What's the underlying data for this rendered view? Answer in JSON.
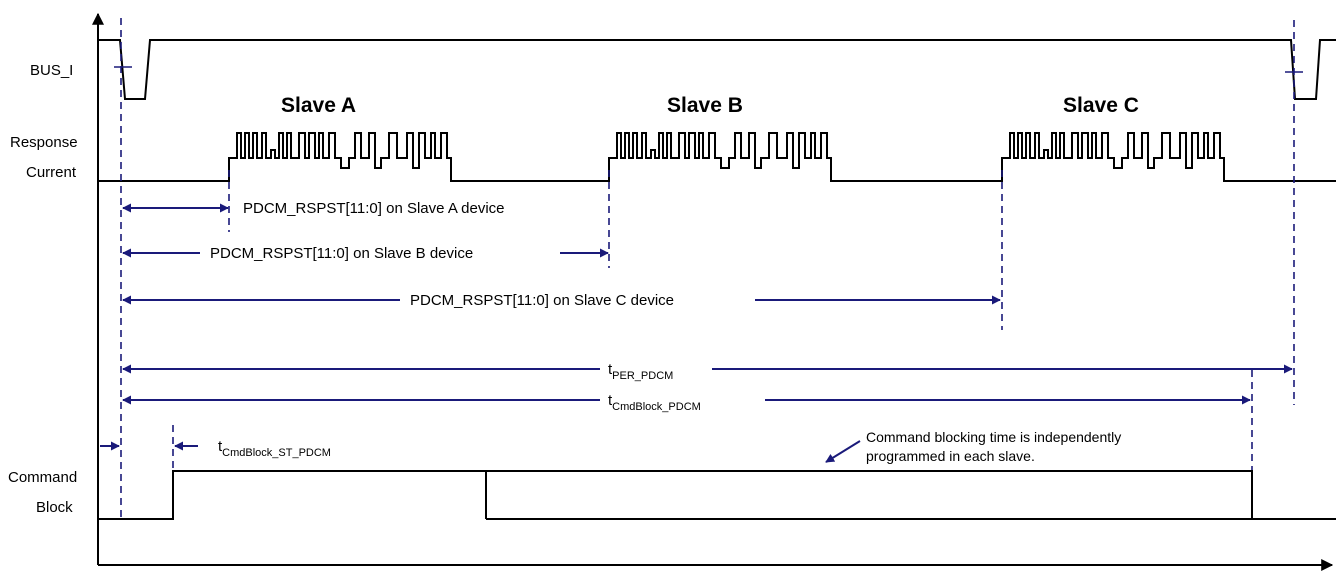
{
  "signals": {
    "bus_label": "BUS_I",
    "response_label_1": "Response",
    "response_label_2": "Current",
    "command_label_1": "Command",
    "command_label_2": "Block"
  },
  "slaves": {
    "a": "Slave A",
    "b": "Slave B",
    "c": "Slave C"
  },
  "measurements": {
    "rspst_a": "PDCM_RSPST[11:0] on Slave A device",
    "rspst_b": "PDCM_RSPST[11:0] on Slave B device",
    "rspst_c": "PDCM_RSPST[11:0] on Slave C device",
    "t_per_main": "t",
    "t_per_sub": "PER_PDCM",
    "t_cmdblock_main": "t",
    "t_cmdblock_sub": "CmdBlock_PDCM",
    "t_cmdblock_st_main": "t",
    "t_cmdblock_st_sub": "CmdBlock_ST_PDCM"
  },
  "note": {
    "line1": "Command blocking time is independently",
    "line2": "programmed in each slave."
  }
}
